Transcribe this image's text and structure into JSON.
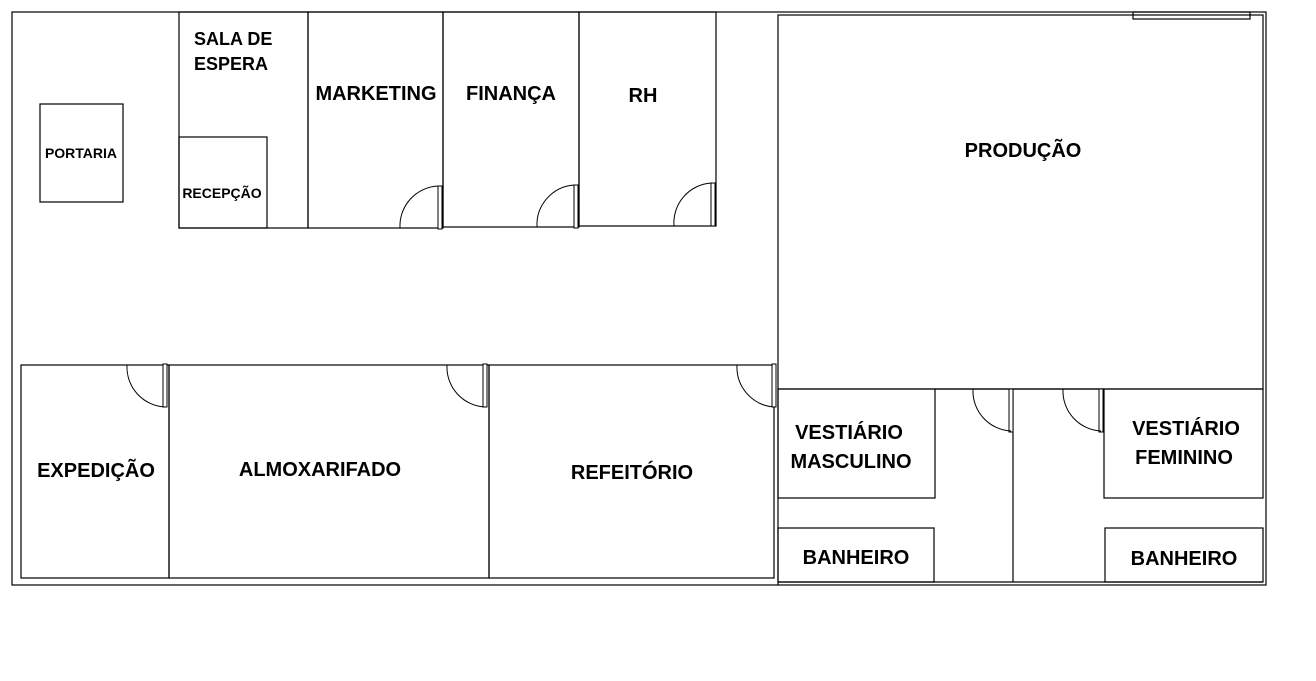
{
  "rooms": {
    "portaria": "PORTARIA",
    "sala_espera_1": "SALA DE",
    "sala_espera_2": "ESPERA",
    "recepcao": "RECEPÇÃO",
    "marketing": "MARKETING",
    "financa": "FINANÇA",
    "rh": "RH",
    "producao": "PRODUÇÃO",
    "expedicao": "EXPEDIÇÃO",
    "almoxarifado": "ALMOXARIFADO",
    "refeitorio": "REFEITÓRIO",
    "vestiario_masc_1": "VESTIÁRIO",
    "vestiario_masc_2": "MASCULINO",
    "vestiario_fem_1": "VESTIÁRIO",
    "vestiario_fem_2": "FEMININO",
    "banheiro_masc": "BANHEIRO",
    "banheiro_fem": "BANHEIRO"
  }
}
